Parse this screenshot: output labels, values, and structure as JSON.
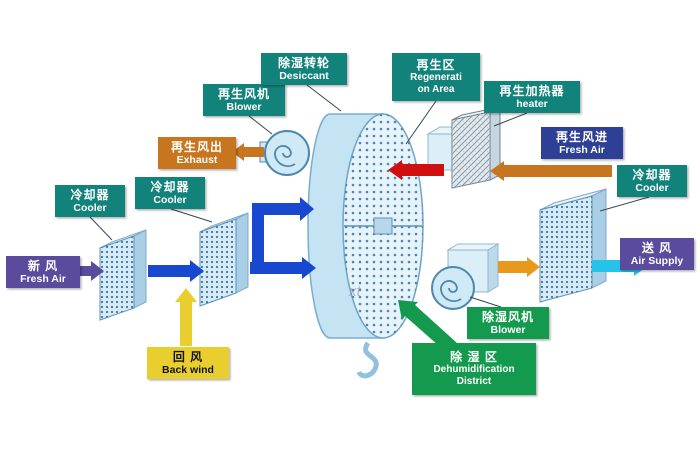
{
  "diagram": {
    "watermark": "xt",
    "labels": {
      "fresh_air_in": {
        "zh": "新 风",
        "en": "Fresh Air"
      },
      "cooler_left_1": {
        "zh": "冷却器",
        "en": "Cooler"
      },
      "cooler_left_2": {
        "zh": "冷却器",
        "en": "Cooler"
      },
      "regen_fan": {
        "zh": "再生风机",
        "en": "Blower"
      },
      "regen_exhaust": {
        "zh": "再生风出",
        "en": "Exhaust"
      },
      "desiccant_wheel": {
        "zh": "除湿转轮",
        "en": "Desiccant"
      },
      "regen_area": {
        "zh": "再生区",
        "en1": "Regenerati",
        "en2": "on Area"
      },
      "regen_heater": {
        "zh": "再生加热器",
        "en": "heater"
      },
      "regen_air_in": {
        "zh": "再生风进",
        "en": "Fresh Air"
      },
      "cooler_right": {
        "zh": "冷却器",
        "en": "Cooler"
      },
      "air_supply": {
        "zh": "送 风",
        "en": "Air Supply"
      },
      "dehumid_fan": {
        "zh": "除湿风机",
        "en": "Blower"
      },
      "dehumid_area": {
        "zh": "除 湿 区",
        "en1": "Dehumidification",
        "en2": "District"
      },
      "return_air": {
        "zh": "回 风",
        "en": "Back wind"
      }
    },
    "colors": {
      "teal": "#12837a",
      "purple": "#5a4b9c",
      "navy": "#2e3f96",
      "green": "#149a4e",
      "yellow": "#e9cf2e",
      "orange": "#c8751f",
      "bright_orange": "#e8991c",
      "blue_arrow": "#1848d0",
      "red_arrow": "#d01010",
      "cyan_arrow": "#25c3e8"
    }
  }
}
